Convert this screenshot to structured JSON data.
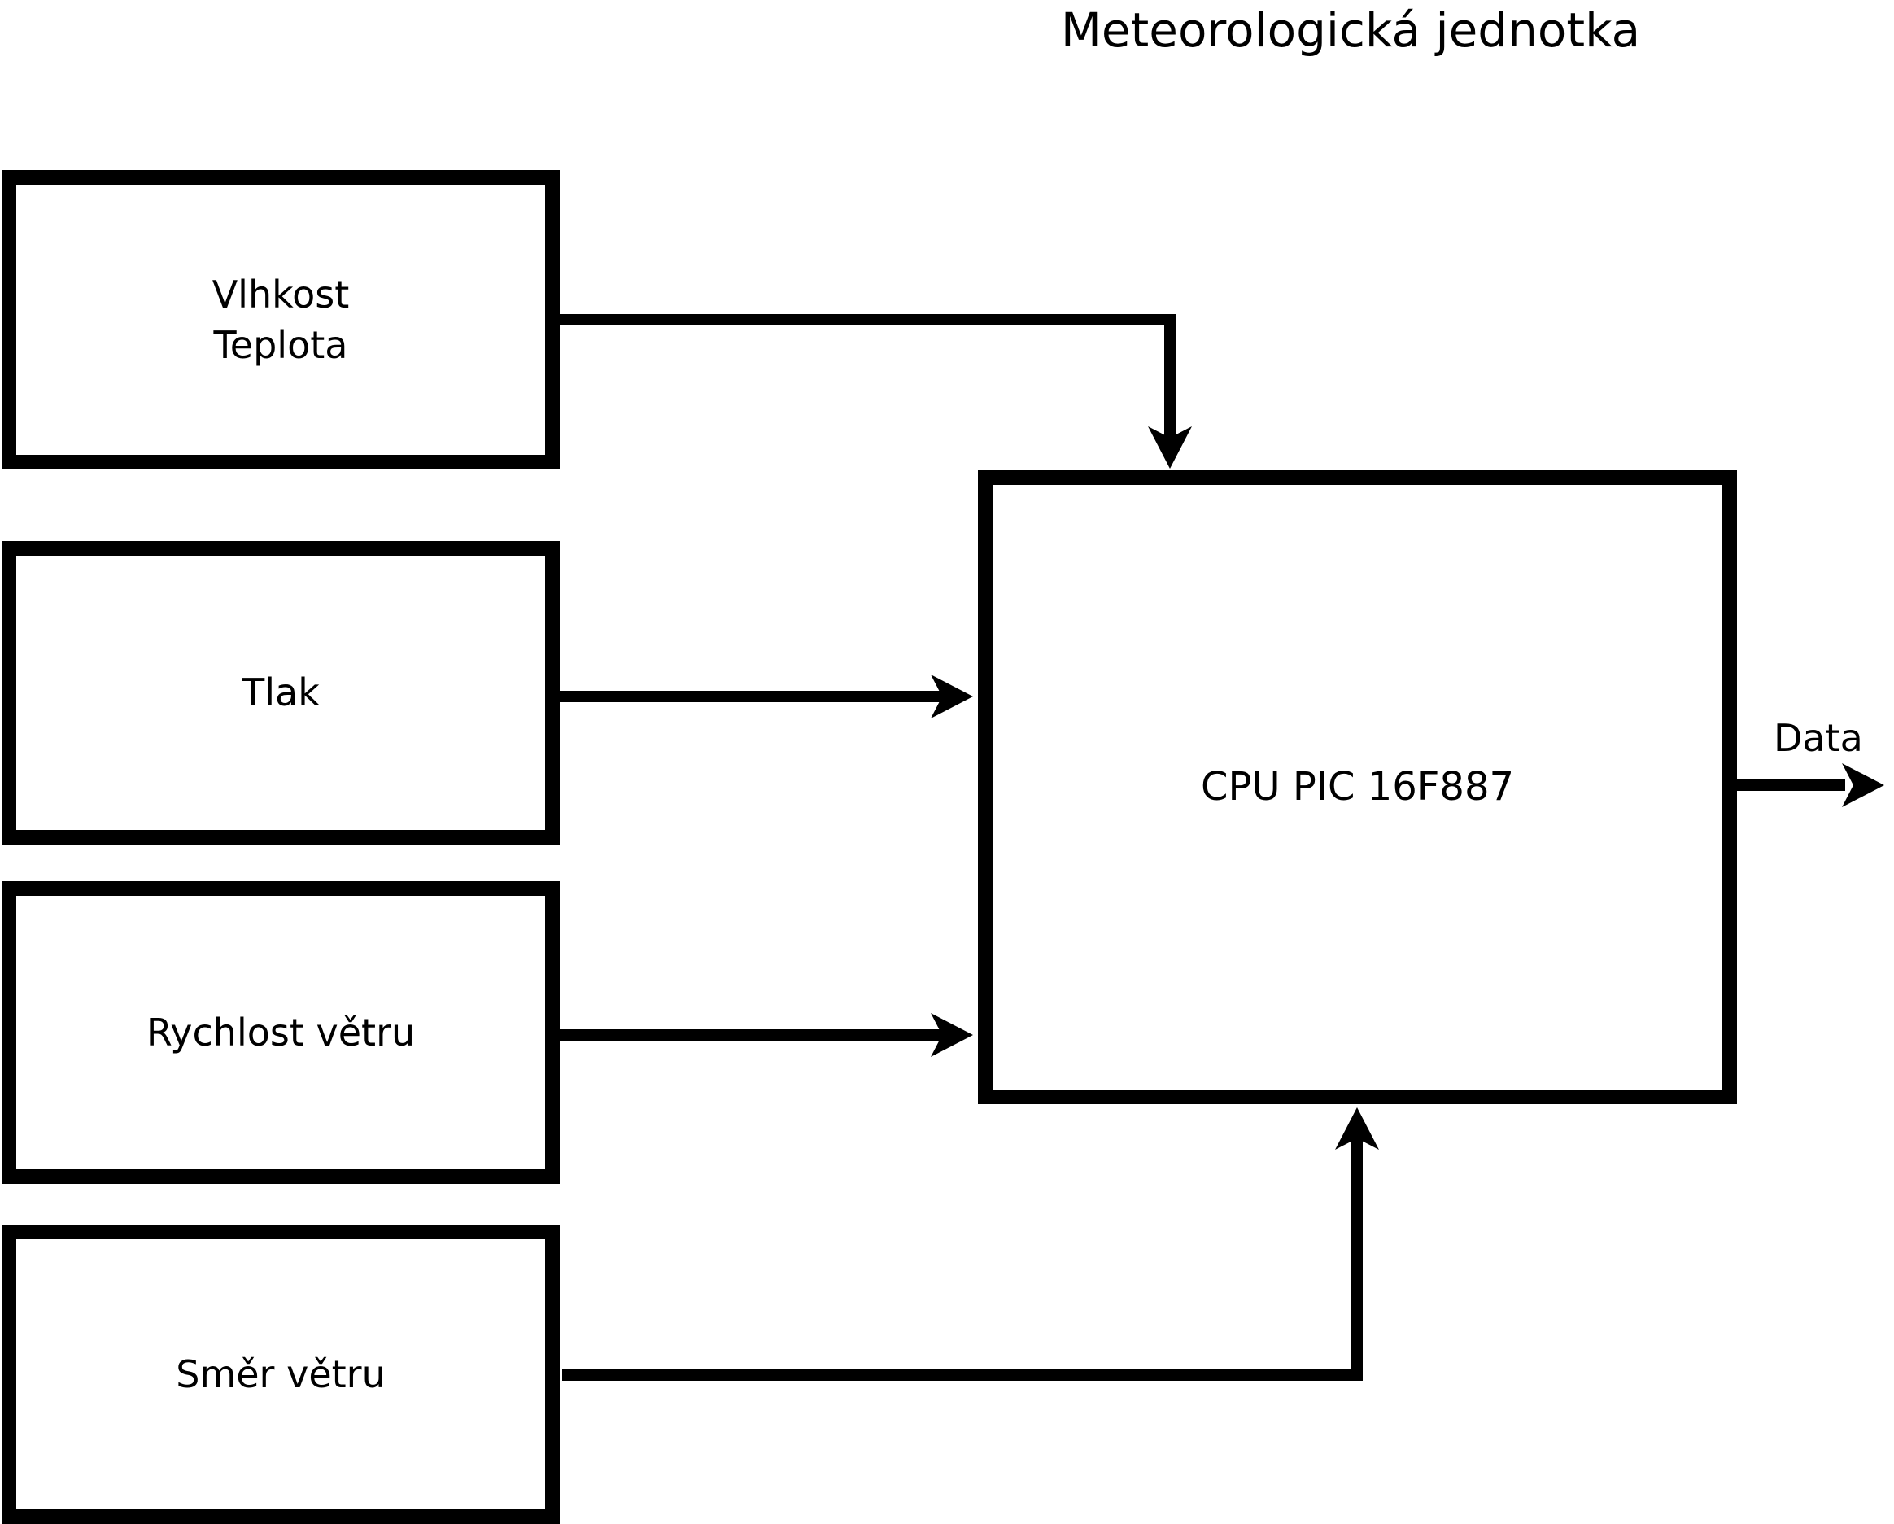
{
  "title": "Meteorologická jednotka",
  "sensors": [
    {
      "label": "Vlhkost\nTeplota"
    },
    {
      "label": "Tlak"
    },
    {
      "label": "Rychlost větru"
    },
    {
      "label": "Směr větru"
    }
  ],
  "cpu": {
    "label": "CPU PIC 16F887"
  },
  "output": {
    "label": "Data"
  },
  "colors": {
    "line": "#000000",
    "background": "#ffffff",
    "box_fill": "#ffffff",
    "text": "#000000"
  }
}
